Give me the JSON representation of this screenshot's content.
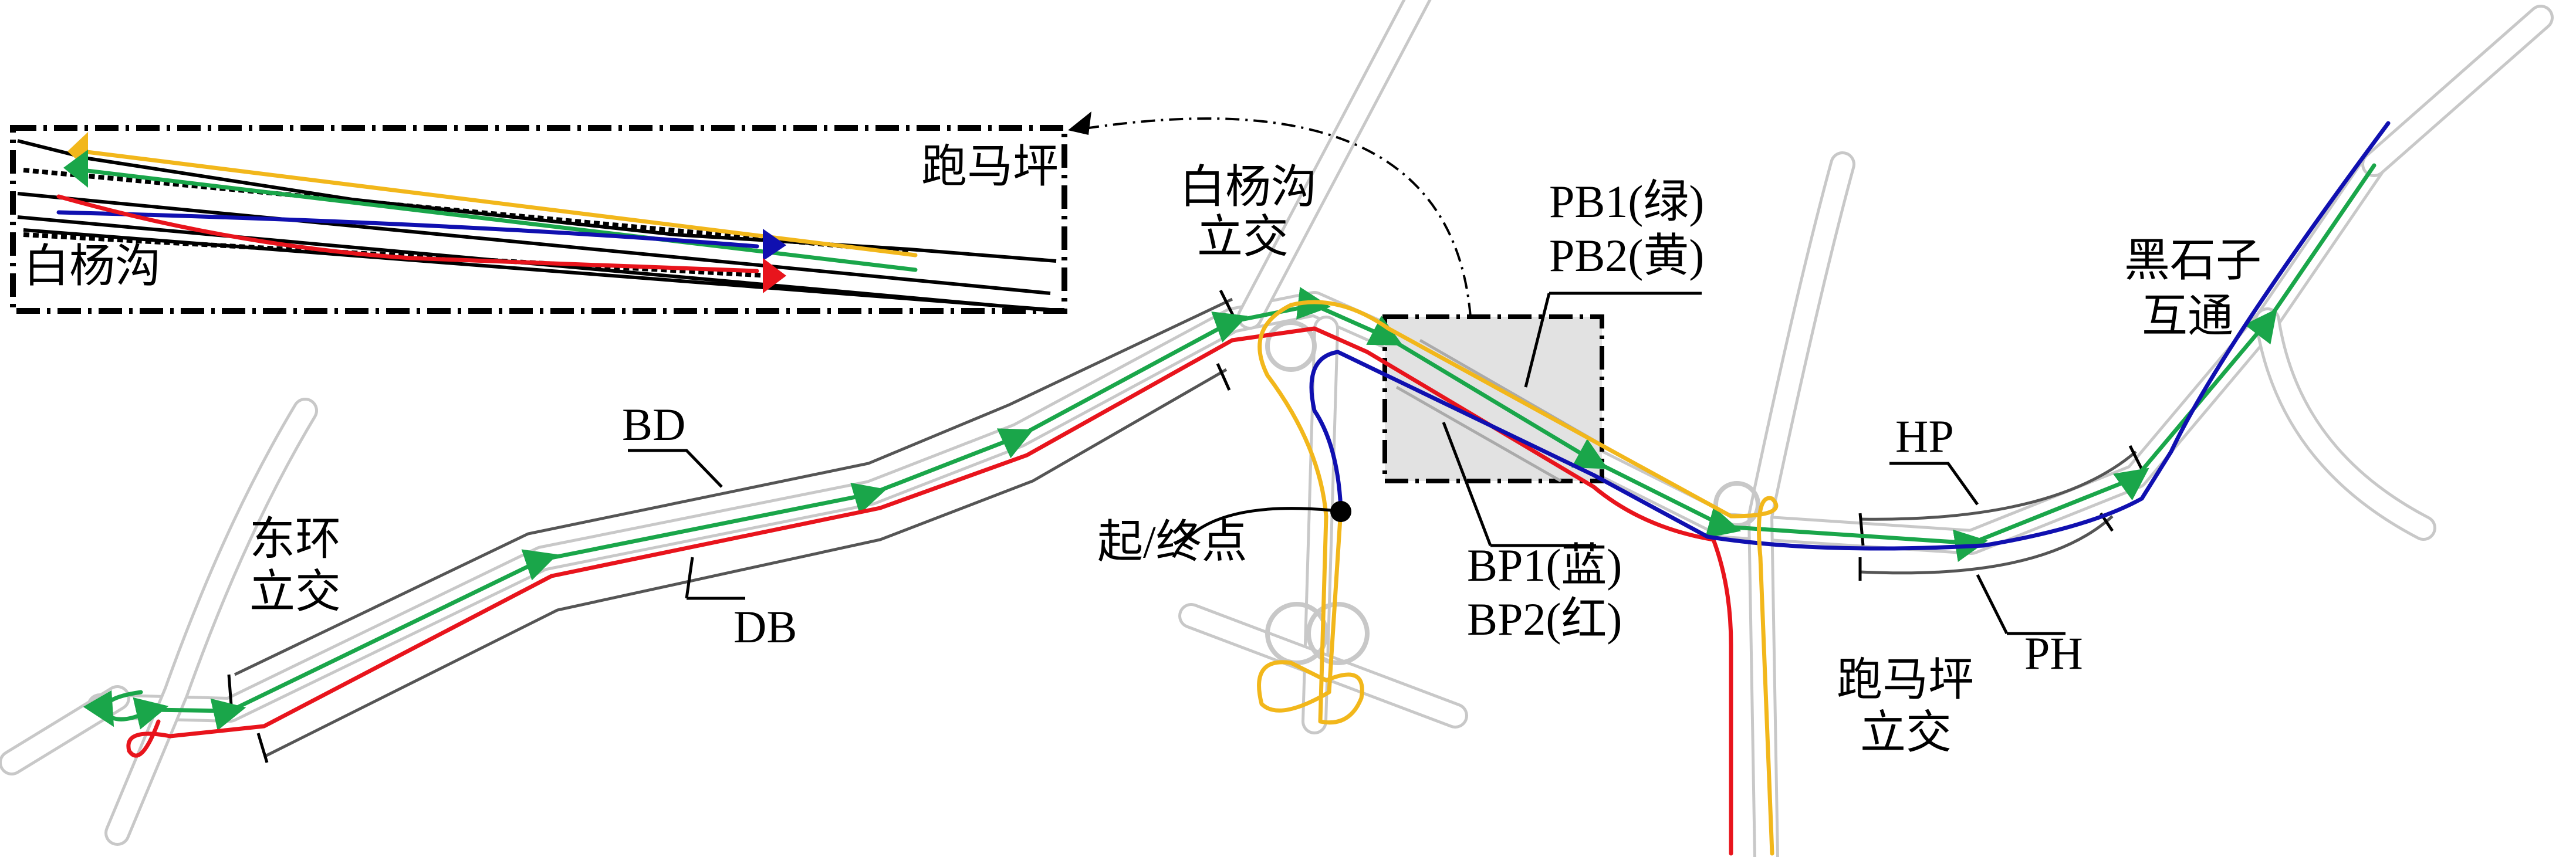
{
  "colors": {
    "green": "#1aa64a",
    "red": "#e8141c",
    "blue": "#1010b0",
    "yellow": "#f2b71b",
    "road": "#c8c8c8"
  },
  "inset": {
    "left_label": "白杨沟",
    "right_label": "跑马坪"
  },
  "labels": {
    "baiyanggou_1": "白杨沟",
    "baiyanggou_2": "立交",
    "donghuan_1": "东环",
    "donghuan_2": "立交",
    "paomaping_1": "跑马坪",
    "paomaping_2": "立交",
    "heishizi_1": "黑石子",
    "heishizi_2": "互通",
    "start_end": "起/终点",
    "pb1": "PB1(绿)",
    "pb2": "PB2(黄)",
    "bp1": "BP1(蓝)",
    "bp2": "BP2(红)",
    "bd": "BD",
    "db": "DB",
    "hp": "HP",
    "ph": "PH"
  }
}
